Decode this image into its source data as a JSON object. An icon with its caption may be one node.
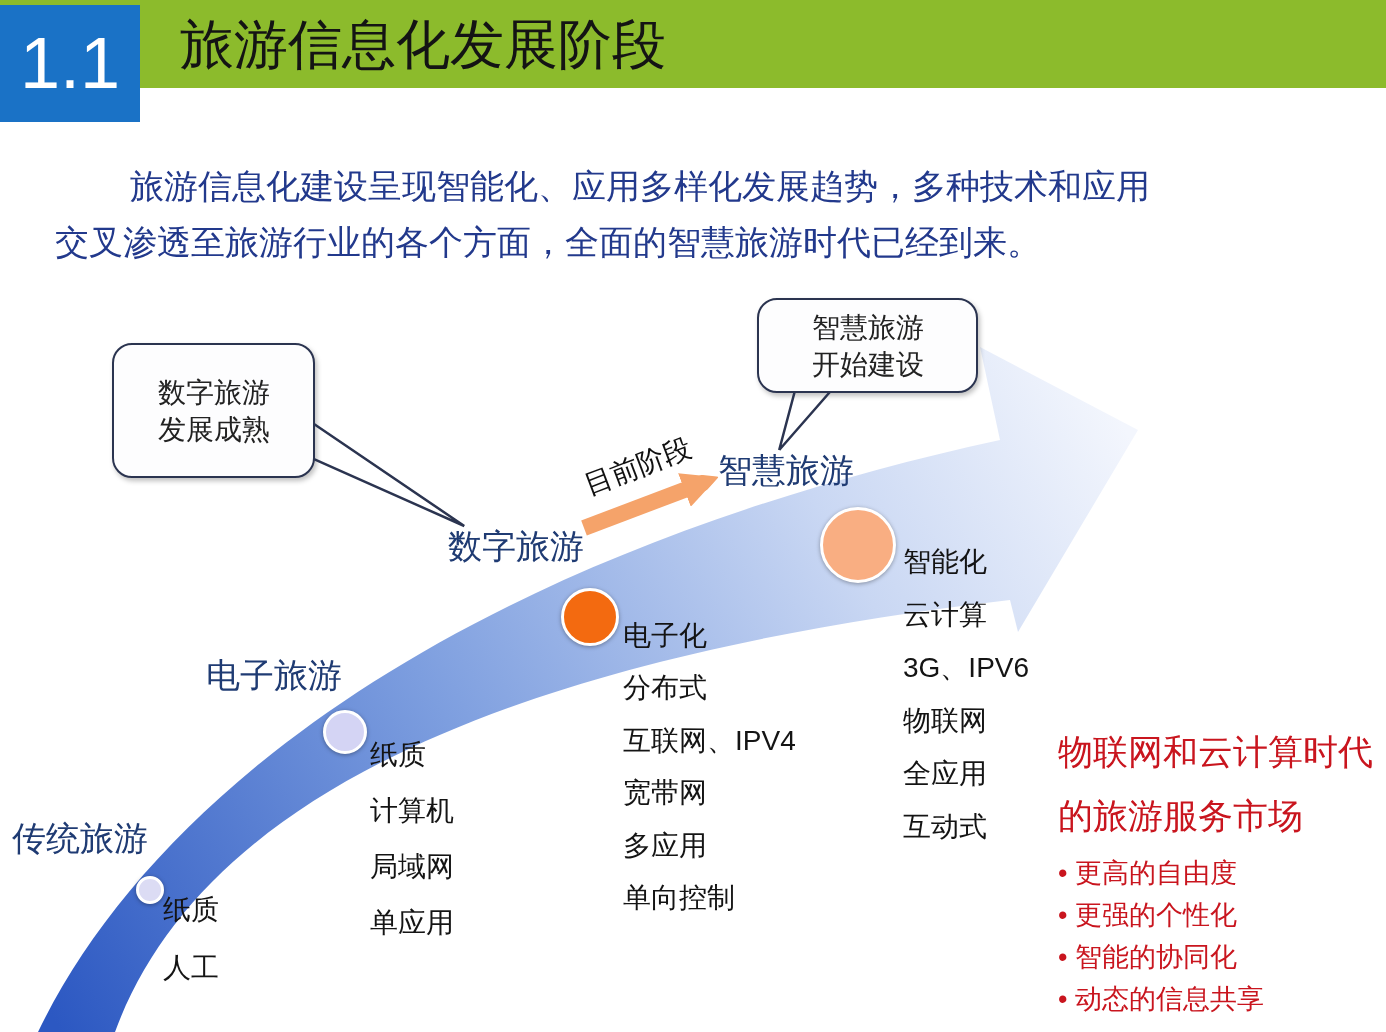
{
  "diagram": {
    "title": "旅游信息化发展阶段",
    "nodes": [
      {
        "text": [
          "数字旅游发展成熟"
        ]
      },
      {
        "text": [
          "智慧旅游开始建设"
        ]
      },
      {
        "text": [
          "传统旅游"
        ]
      },
      {
        "text": [],
        "shape": "circle",
        "beside": [
          "纸质",
          "人工"
        ]
      },
      {
        "text": [
          "电子旅游"
        ]
      },
      {
        "text": [],
        "shape": "circle",
        "beside": [
          "纸质",
          "计算机",
          "局域网",
          "单应用"
        ]
      },
      {
        "text": [
          "数字旅游"
        ]
      },
      {
        "text": [],
        "shape": "circle",
        "beside": [
          "电子化",
          "分布式",
          "互联网、IPV4",
          "宽带网",
          "多应用",
          "单向控制"
        ]
      },
      {
        "text": [
          "智慧旅游"
        ]
      },
      {
        "text": [],
        "shape": "circle",
        "beside": [
          "智能化",
          "云计算",
          "3G、IPV6",
          "物联网",
          "全应用",
          "互动式"
        ]
      }
    ],
    "edges": [
      {
        "from": 0,
        "to": 6,
        "arrow": "none"
      },
      {
        "from": 1,
        "to": 8,
        "arrow": "none"
      },
      {
        "from": 6,
        "to": 8,
        "arrow": "to",
        "label": "目前阶段",
        "style": "thick",
        "color": "#f5a36a"
      }
    ],
    "labels": [
      "1.1",
      "旅游信息化建设呈现智能化、应用多样化发展趋势，多种技术和应用交叉渗透至旅游行业的各个方面，全面的智慧旅游时代已经到来。",
      "物联网和云计算时代的旅游服务市场",
      "• 更高的自由度",
      "• 更强的个性化",
      "• 智能的协同化",
      "• 动态的信息共享"
    ]
  }
}
